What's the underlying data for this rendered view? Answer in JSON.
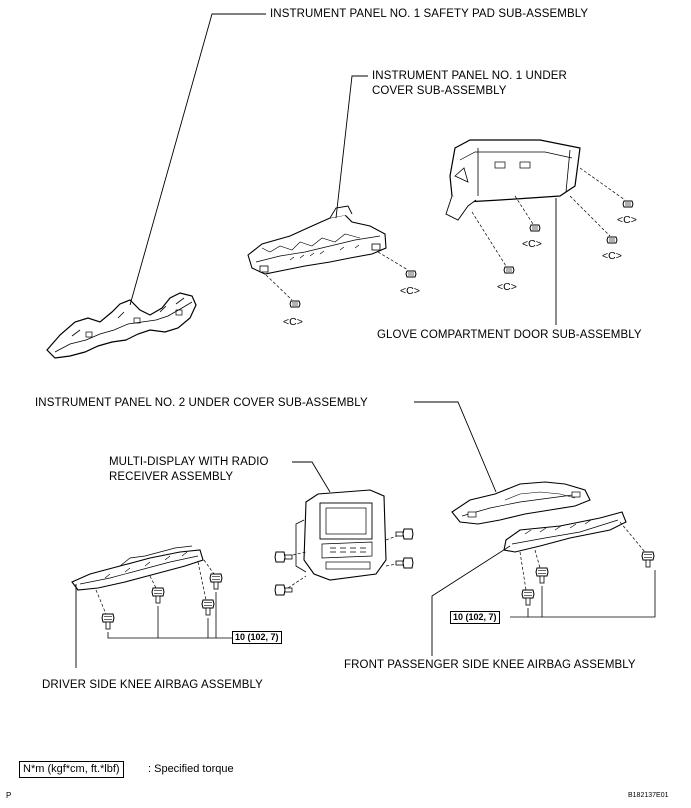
{
  "labels": {
    "safety_pad": "INSTRUMENT PANEL NO. 1 SAFETY PAD SUB-ASSEMBLY",
    "under_cover_1_line1": "INSTRUMENT PANEL NO. 1 UNDER",
    "under_cover_1_line2": "COVER SUB-ASSEMBLY",
    "glove_door": "GLOVE COMPARTMENT DOOR SUB-ASSEMBLY",
    "under_cover_2": "INSTRUMENT PANEL NO. 2 UNDER COVER SUB-ASSEMBLY",
    "multi_display_line1": "MULTI-DISPLAY WITH RADIO",
    "multi_display_line2": "RECEIVER ASSEMBLY",
    "driver_airbag": "DRIVER SIDE KNEE AIRBAG ASSEMBLY",
    "passenger_airbag": "FRONT PASSENGER SIDE KNEE AIRBAG ASSEMBLY"
  },
  "clip_label": "<C>",
  "torque_value": "10 (102, 7)",
  "legend": {
    "box": "N*m (kgf*cm, ft.*lbf)",
    "text": ": Specified torque"
  },
  "footer": {
    "left": "P",
    "right": "B182137E01"
  },
  "icons": [
    "clip-icon",
    "bolt-icon"
  ]
}
